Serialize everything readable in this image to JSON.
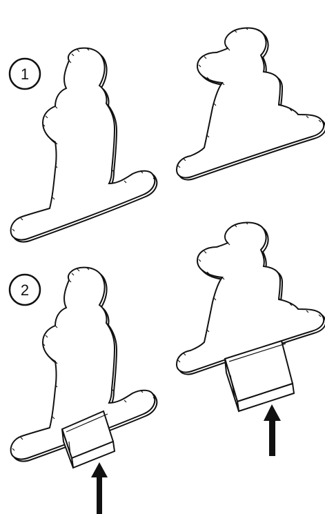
{
  "diagram": {
    "steps": [
      {
        "label": "1"
      },
      {
        "label": "2"
      }
    ],
    "colors": {
      "line": "#111111",
      "fill": "#ffffff"
    },
    "figures": [
      {
        "name": "cutout-front-step1",
        "has_stand": false,
        "has_arrow": false
      },
      {
        "name": "cutout-back-step1",
        "has_stand": false,
        "has_arrow": false
      },
      {
        "name": "cutout-front-step2",
        "has_stand": true,
        "has_arrow": true
      },
      {
        "name": "cutout-back-step2",
        "has_stand": true,
        "has_arrow": true
      }
    ]
  }
}
